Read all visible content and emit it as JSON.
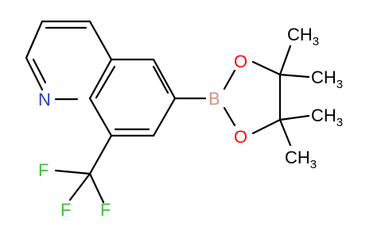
{
  "molecule": {
    "atoms": {
      "N": {
        "label": "N",
        "color": "#2b3cc4"
      },
      "B": {
        "label": "B",
        "color": "#d4918e"
      },
      "O1": {
        "label": "O",
        "color": "#ff0d0d"
      },
      "O2": {
        "label": "O",
        "color": "#ff0d0d"
      },
      "F1": {
        "label": "F",
        "color": "#3fbf3f"
      },
      "F2": {
        "label": "F",
        "color": "#3fbf3f"
      },
      "F3": {
        "label": "F",
        "color": "#3fbf3f"
      }
    },
    "methyls": [
      {
        "main": "CH",
        "sub": "3"
      },
      {
        "main": "CH",
        "sub": "3"
      },
      {
        "main": "CH",
        "sub": "3"
      },
      {
        "main": "CH",
        "sub": "3"
      }
    ],
    "bond_color": "#000000"
  }
}
